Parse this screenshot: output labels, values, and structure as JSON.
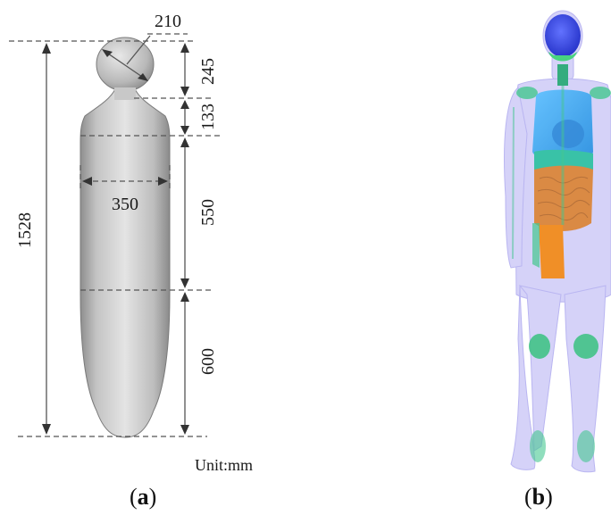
{
  "panel_a": {
    "dimensions": {
      "head_diameter": "210",
      "head_height": "245",
      "neck_height": "133",
      "torso_width": "350",
      "total_height": "1528",
      "torso_upper_height": "550",
      "torso_lower_height": "600"
    },
    "unit_label": "Unit:mm",
    "label_open": "(",
    "label_letter": "a",
    "label_close": ")"
  },
  "panel_b": {
    "label_open": "(",
    "label_letter": "b",
    "label_close": ")"
  },
  "colors": {
    "body_translucent": "#c9c6f7",
    "head": "#2f3fe0",
    "lungs": "#3aa6f2",
    "abdomen": "#d9843a",
    "bladder": "#f08a1c",
    "joints": "#2fbf7a",
    "phantom_gray": "#b9b9b9"
  }
}
